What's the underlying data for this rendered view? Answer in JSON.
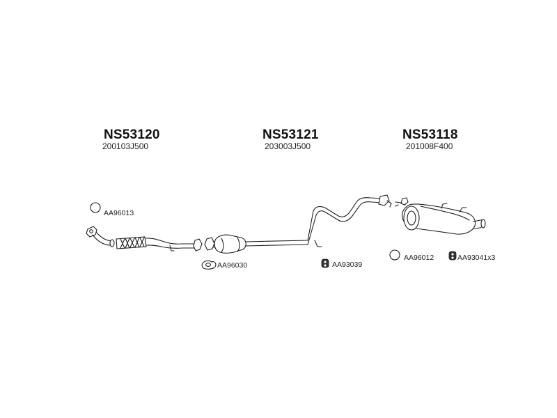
{
  "sections": [
    {
      "number": "NS53120",
      "code": "200103J500"
    },
    {
      "number": "NS53121",
      "code": "203003J500"
    },
    {
      "number": "NS53118",
      "code": "201008F400"
    }
  ],
  "accessories": [
    {
      "code": "AA96013",
      "icon": "ring-gasket-icon"
    },
    {
      "code": "AA96030",
      "icon": "flange-gasket-icon"
    },
    {
      "code": "AA93039",
      "icon": "rubber-mount-icon"
    },
    {
      "code": "AA96012",
      "icon": "ring-gasket-icon"
    },
    {
      "code": "AA93041x3",
      "icon": "rubber-mount-icon"
    }
  ]
}
